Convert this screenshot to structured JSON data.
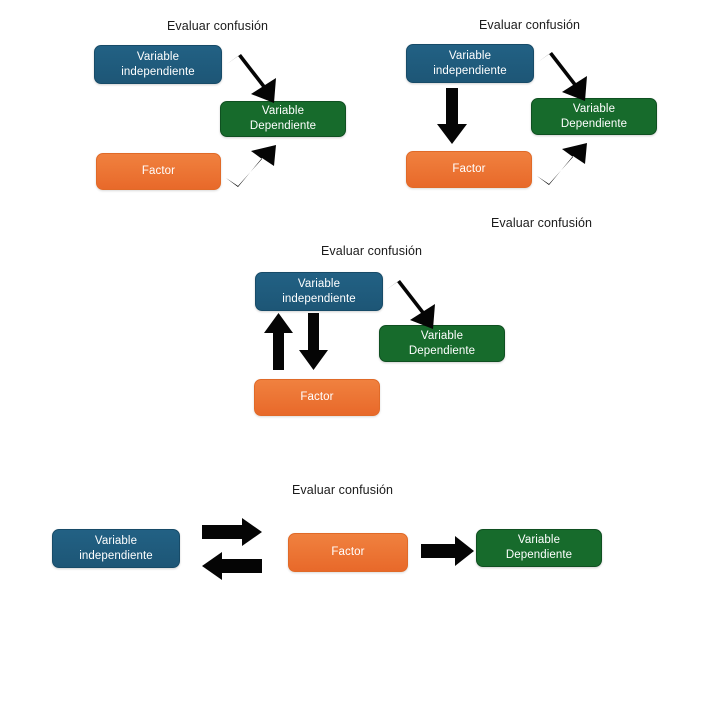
{
  "figure": {
    "title_text": "Evaluar confusión",
    "background": "#ffffff",
    "colors": {
      "independent_box": "#1d5676",
      "dependent_box": "#176b2c",
      "factor_box": "#e8692a",
      "arrow": "#050505",
      "text_on_box": "#ffffff",
      "title_text": "#1b1b1b"
    },
    "labels": {
      "independent": "Variable\nindependiente",
      "dependent": "Variable\nDependiente",
      "factor": "Factor"
    }
  },
  "panels": [
    {
      "id": "panel-1",
      "title": "Evaluar confusión",
      "nodes": [
        {
          "name": "variable-independiente",
          "label": "Variable\nindependiente",
          "kind": "independent"
        },
        {
          "name": "variable-dependiente",
          "label": "Variable\nDependiente",
          "kind": "dependent"
        },
        {
          "name": "factor",
          "label": "Factor",
          "kind": "factor"
        }
      ],
      "arrows": [
        {
          "name": "arrow-independiente-to-dependiente",
          "direction": "down-right"
        },
        {
          "name": "arrow-factor-to-dependiente",
          "direction": "up-right"
        }
      ]
    },
    {
      "id": "panel-2",
      "title": "Evaluar confusión",
      "nodes": [
        {
          "name": "variable-independiente",
          "label": "Variable\nindependiente",
          "kind": "independent"
        },
        {
          "name": "variable-dependiente",
          "label": "Variable\nDependiente",
          "kind": "dependent"
        },
        {
          "name": "factor",
          "label": "Factor",
          "kind": "factor"
        }
      ],
      "arrows": [
        {
          "name": "arrow-independiente-to-dependiente",
          "direction": "down-right"
        },
        {
          "name": "arrow-independiente-to-factor",
          "direction": "down"
        },
        {
          "name": "arrow-factor-to-dependiente",
          "direction": "up-right"
        }
      ]
    },
    {
      "id": "panel-3",
      "title": "Evaluar confusión",
      "extra_title": "Evaluar confusión",
      "nodes": [
        {
          "name": "variable-independiente",
          "label": "Variable\nindependiente",
          "kind": "independent"
        },
        {
          "name": "variable-dependiente",
          "label": "Variable\nDependiente",
          "kind": "dependent"
        },
        {
          "name": "factor",
          "label": "Factor",
          "kind": "factor"
        }
      ],
      "arrows": [
        {
          "name": "arrow-independiente-to-dependiente",
          "direction": "down-right"
        },
        {
          "name": "arrow-factor-to-independiente",
          "direction": "up"
        },
        {
          "name": "arrow-independiente-to-factor",
          "direction": "down"
        }
      ]
    },
    {
      "id": "panel-4",
      "title": "Evaluar confusión",
      "nodes": [
        {
          "name": "variable-independiente",
          "label": "Variable\nindependiente",
          "kind": "independent"
        },
        {
          "name": "factor",
          "label": "Factor",
          "kind": "factor"
        },
        {
          "name": "variable-dependiente",
          "label": "Variable\nDependiente",
          "kind": "dependent"
        }
      ],
      "arrows": [
        {
          "name": "arrow-independiente-factor-bidirectional",
          "direction": "exchange-horizontal"
        },
        {
          "name": "arrow-factor-to-dependiente",
          "direction": "right"
        }
      ]
    }
  ]
}
